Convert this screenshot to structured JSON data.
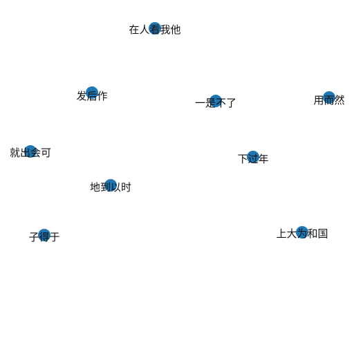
{
  "graph": {
    "node_color": "#1f77b4",
    "label_color": "#111111",
    "background": "#ffffff",
    "nodes": [
      {
        "label": "在人看我他"
      },
      {
        "label": "发后作"
      },
      {
        "label": "一是不了"
      },
      {
        "label": "用而然"
      },
      {
        "label": "就出会可"
      },
      {
        "label": "下过年"
      },
      {
        "label": "地到以时"
      },
      {
        "label": "子得于"
      },
      {
        "label": "上大为和国"
      }
    ],
    "edges": []
  }
}
